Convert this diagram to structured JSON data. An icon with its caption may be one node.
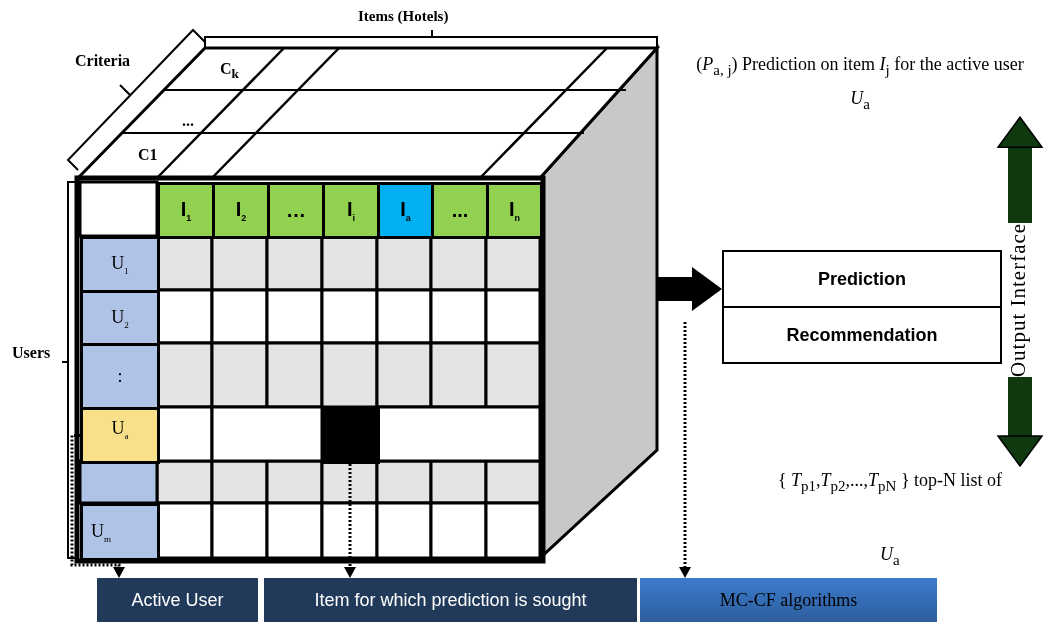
{
  "diagram": {
    "nodes": [
      {
        "text": [
          "I$_{1}$"
        ]
      },
      {
        "text": [
          "I$_{2}$"
        ]
      },
      {
        "text": [
          "…"
        ]
      },
      {
        "text": [
          "I$_{i}$"
        ]
      },
      {
        "text": [
          "I$_{a}$"
        ]
      },
      {
        "text": [
          "..."
        ]
      },
      {
        "text": [
          "I$_{n}$"
        ]
      },
      {
        "text": [
          "U$_{1}$"
        ]
      },
      {
        "text": [
          "U$_{2}$"
        ]
      },
      {
        "text": [
          ":"
        ]
      },
      {
        "text": [
          "U$_{a}$"
        ]
      },
      {
        "text": [],
        "shape": "box"
      },
      {
        "text": [
          "U$_{m}$"
        ]
      },
      {
        "text": [
          "(*P*$_{a, j}$) Prediction on item *I*$_{j}$ for the active user *U*$_{a}$"
        ]
      },
      {
        "text": [
          "Prediction"
        ]
      },
      {
        "text": [
          "Recommendation"
        ]
      },
      {
        "text": [
          "Output Interface"
        ]
      },
      {
        "text": [
          "{ *T*$_{p1}$,*T*$_{p2}$,...,*T*$_{pN}$ } top-N list of",
          "*U*$_{a}$"
        ]
      },
      {
        "text": [
          "Active User"
        ]
      },
      {
        "text": [
          "Item for which prediction is sought"
        ]
      },
      {
        "text": [
          "MC-CF algorithms"
        ]
      }
    ],
    "edges": [
      {
        "from": 10,
        "to": 18,
        "arrow": "to",
        "style": "dashed"
      },
      {
        "from": 11,
        "to": 19,
        "arrow": "to",
        "style": "dashed"
      },
      {
        "from": null,
        "to": 20,
        "arrow": "to",
        "style": "dashed"
      },
      {
        "from": null,
        "to": 14,
        "arrow": "to",
        "style": "thick"
      },
      {
        "from": 16,
        "to": 13,
        "arrow": "to",
        "style": "thick",
        "color": "#0f3a10"
      },
      {
        "from": 16,
        "to": 17,
        "arrow": "to",
        "style": "thick",
        "color": "#0f3a10"
      }
    ],
    "labels": [
      "Items (Hotels)",
      "Criteria",
      "C$_{k}$",
      "...",
      "C1",
      "Users"
    ]
  }
}
